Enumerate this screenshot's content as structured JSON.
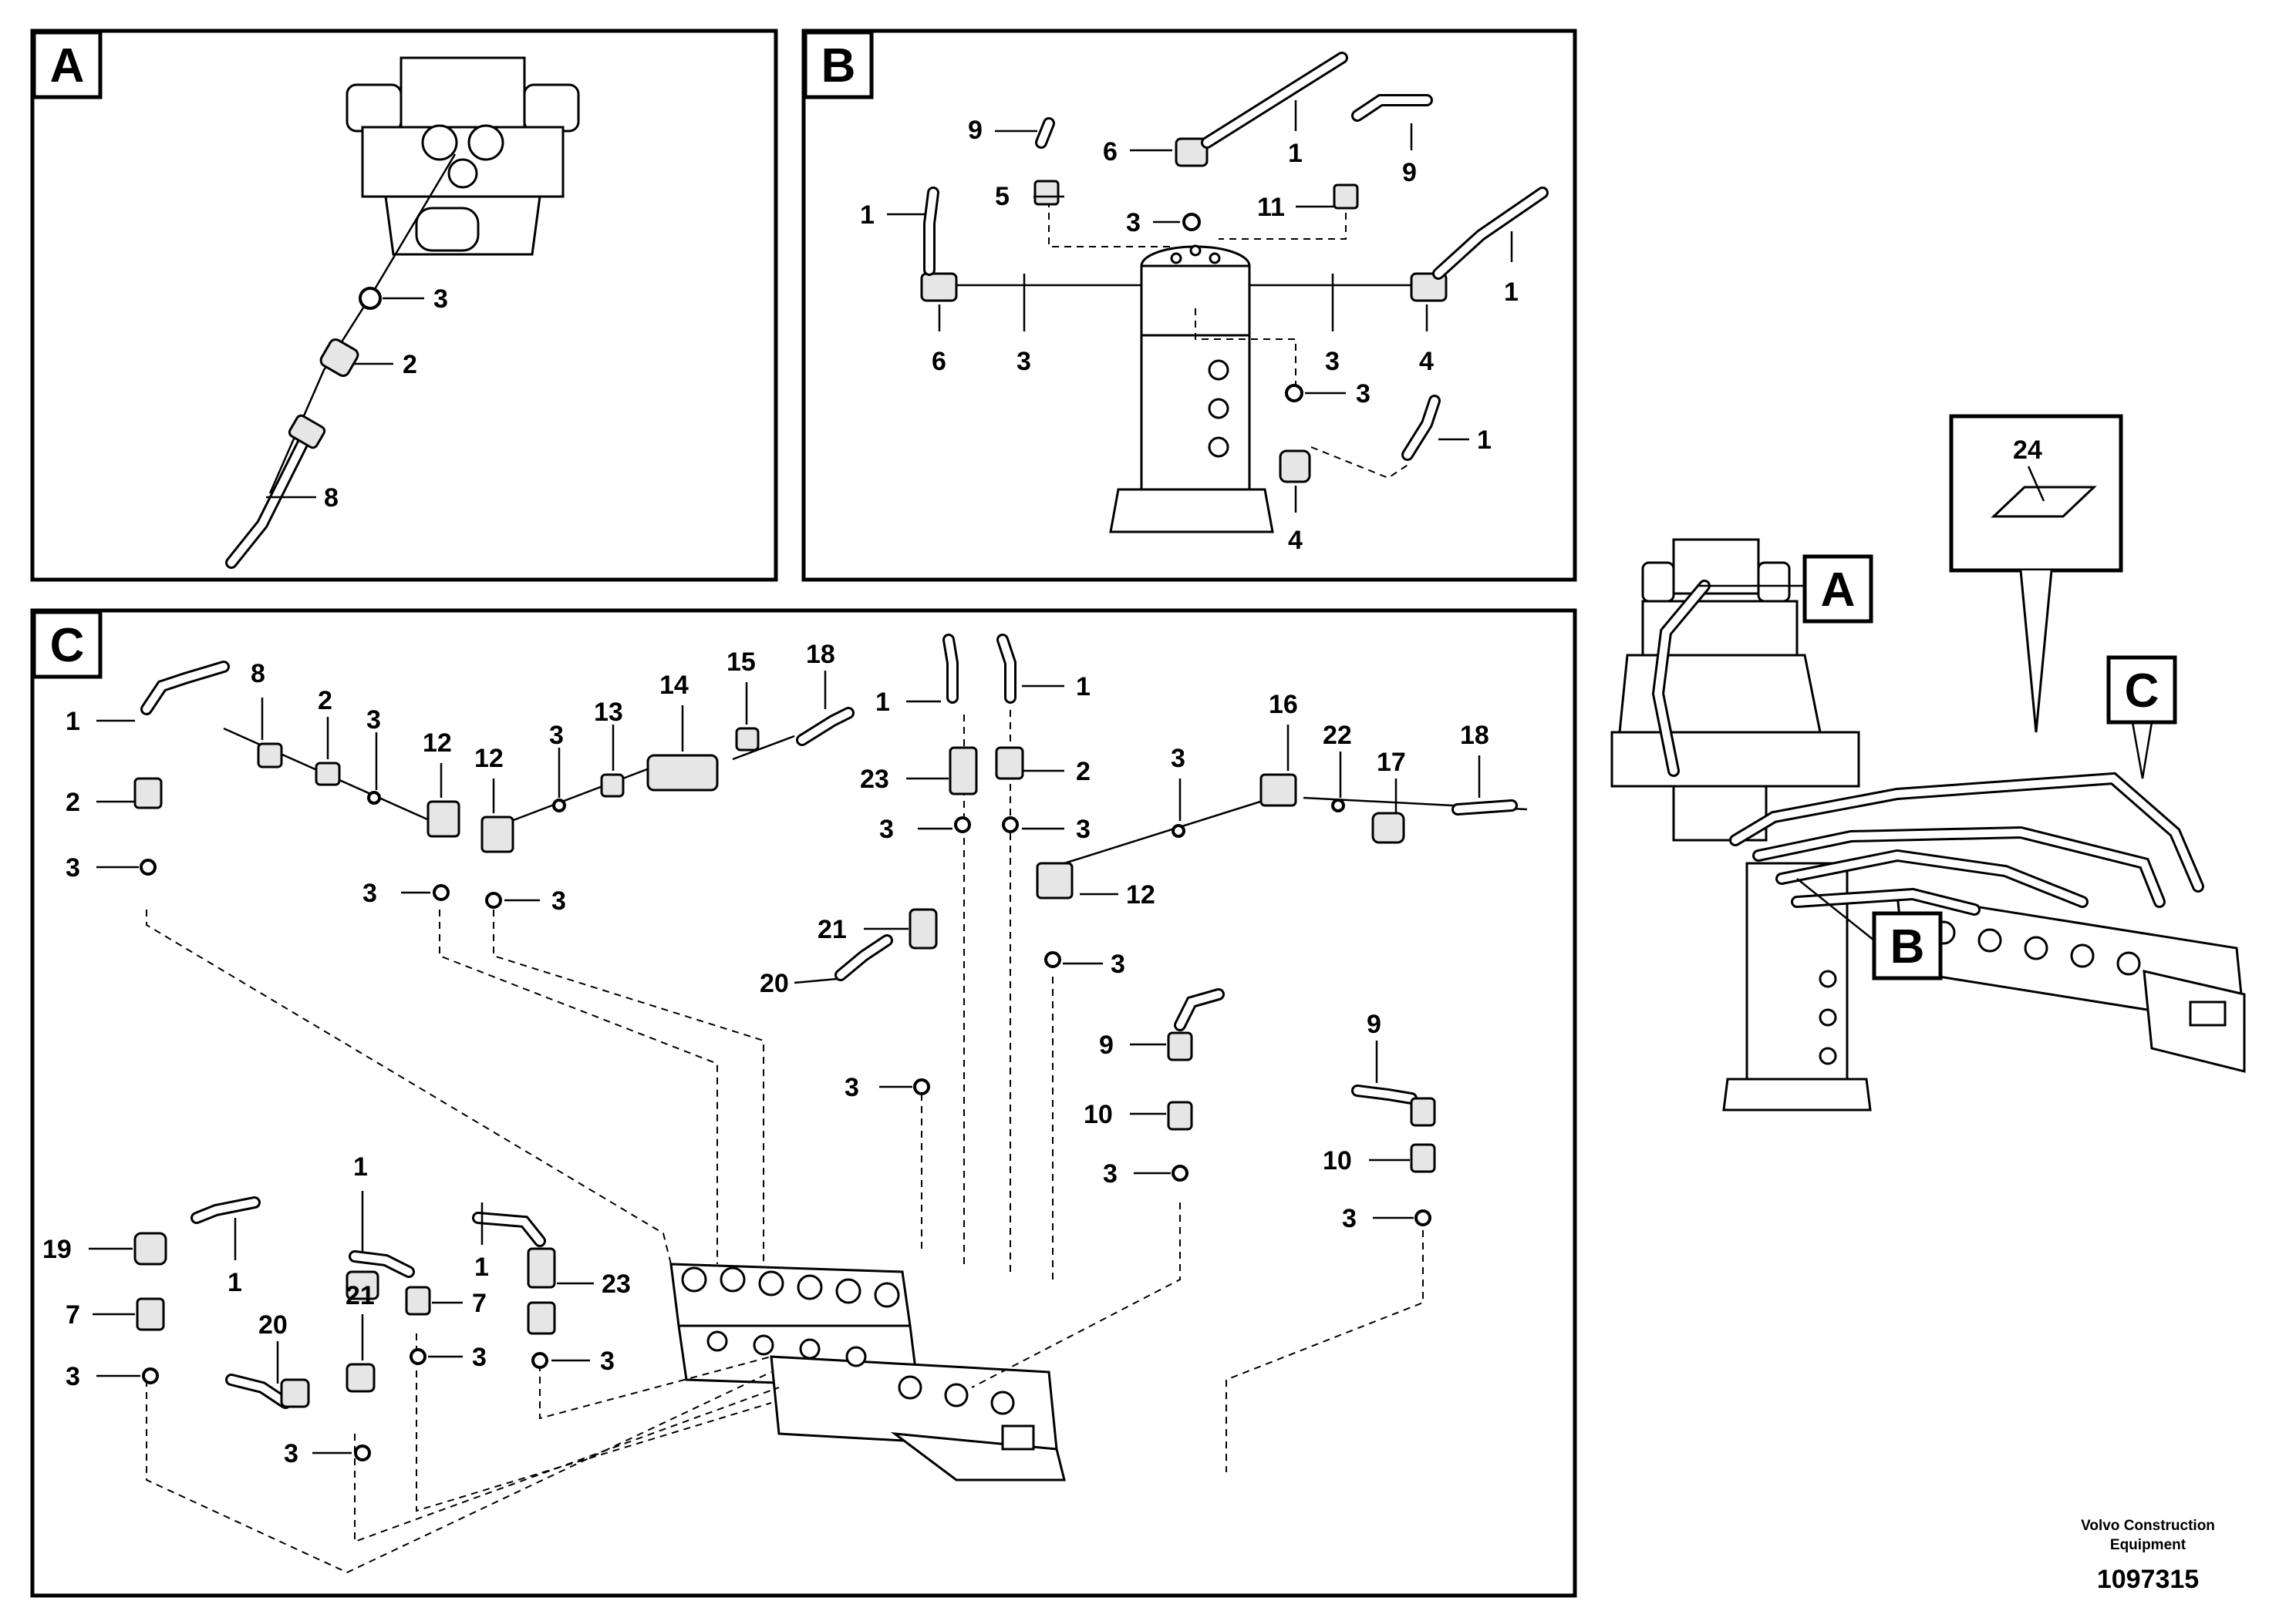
{
  "panels": {
    "A": {
      "label": "A"
    },
    "B": {
      "label": "B"
    },
    "C": {
      "label": "C"
    }
  },
  "overview_callouts": {
    "A": "A",
    "B": "B",
    "C": "C",
    "decal": "24"
  },
  "parts": {
    "p1": "1",
    "p2": "2",
    "p3": "3",
    "p4": "4",
    "p5": "5",
    "p6": "6",
    "p7": "7",
    "p8": "8",
    "p9": "9",
    "p10": "10",
    "p11": "11",
    "p12": "12",
    "p13": "13",
    "p14": "14",
    "p15": "15",
    "p16": "16",
    "p17": "17",
    "p18": "18",
    "p19": "19",
    "p20": "20",
    "p21": "21",
    "p22": "22",
    "p23": "23",
    "p24": "24"
  },
  "footer": {
    "brand_line1": "Volvo Construction",
    "brand_line2": "Equipment",
    "doc_number": "1097315"
  }
}
